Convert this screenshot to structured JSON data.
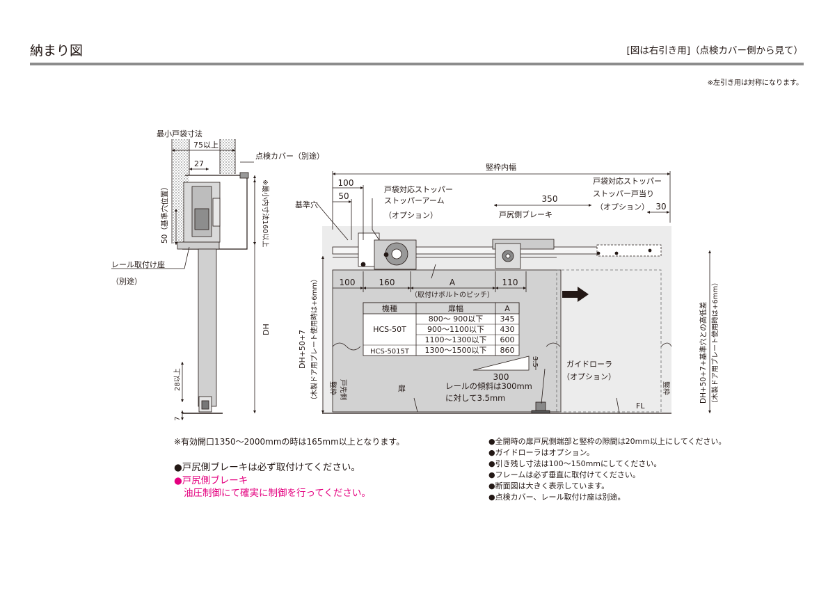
{
  "header": {
    "title": "納まり図",
    "view_note": "[図は右引き用]（点検カバー側から見て）",
    "symmetry_note": "※左引き用は対称になります。"
  },
  "section_view": {
    "min_pocket_label": "最小戸袋寸法",
    "dim_75": "75以上",
    "dim_27": "27",
    "inspection_cover": "点検カバー（別途）",
    "min_inner_160": "※最小内寸法160以上",
    "ref_hole_50": "50（基準穴位置）",
    "rail_seat_1": "レール取付け座",
    "rail_seat_2": "（別途）",
    "dh": "DH",
    "dim_28": "28以上",
    "dim_7": "7"
  },
  "elevation": {
    "frame_width": "竪枠内幅",
    "dim_100": "100",
    "dim_50": "50",
    "ref_hole": "基準穴",
    "stopper_1": "戸袋対応ストッパー",
    "stopper_2": "ストッパーアーム",
    "option": "（オプション）",
    "stopper_r1": "戸袋対応ストッパー",
    "stopper_r2": "ストッパー戸当り",
    "option_r": "（オプション）",
    "dim_350": "350",
    "dim_30": "30",
    "brake": "戸尻側ブレーキ",
    "pitch_100": "100",
    "pitch_160": "160",
    "pitch_a": "A",
    "pitch_110": "110",
    "pitch_note": "（取付けボルトのピッチ）",
    "left_v1": "DH+50+7",
    "left_v2": "（木製ドア用プレート使用時は+6mm）",
    "right_v1": "DH+50+7+基準穴との高低差",
    "right_v2": "（木製ドア用プレート使用時は+6mm）",
    "tate_waku_l": "竪枠",
    "tosaki": "戸先側",
    "tobira": "扉",
    "slope_35": "3.5",
    "slope_300": "300",
    "slope_note_1": "レールの傾斜は300mm",
    "slope_note_2": "に対して3.5mm",
    "guide_roller": "ガイドローラ",
    "guide_option": "（オプション）",
    "fl": "FL",
    "tate_waku_r": "竪枠"
  },
  "table": {
    "headers": [
      "機種",
      "扉幅",
      "A"
    ],
    "model_1": "HCS-50T",
    "model_2": "HCS-5015T",
    "rows": [
      [
        "800〜  900以下",
        "345"
      ],
      [
        "900〜1100以下",
        "430"
      ],
      [
        "1100〜1300以下",
        "600"
      ],
      [
        "1300〜1500以下",
        "860"
      ]
    ]
  },
  "notes": {
    "effective_opening": "※有効開口1350〜2000mmの時は165mm以上となります。",
    "brake_required": "●戸尻側ブレーキは必ず取付けてください。",
    "brake_pink_title": "●戸尻側ブレーキ",
    "brake_pink_body": "油圧制御にて確実に制御を行ってください。",
    "right": [
      "●全開時の扉戸尻側端部と竪枠の隙間は20mm以上にしてください。",
      "●ガイドローラはオプション。",
      "●引き残し寸法は100〜150mmにしてください。",
      "●フレームは必ず垂直に取付けてください。",
      "●断面図は大きく表示しています。",
      "●点検カバー、レール取付け座は別途。"
    ]
  }
}
